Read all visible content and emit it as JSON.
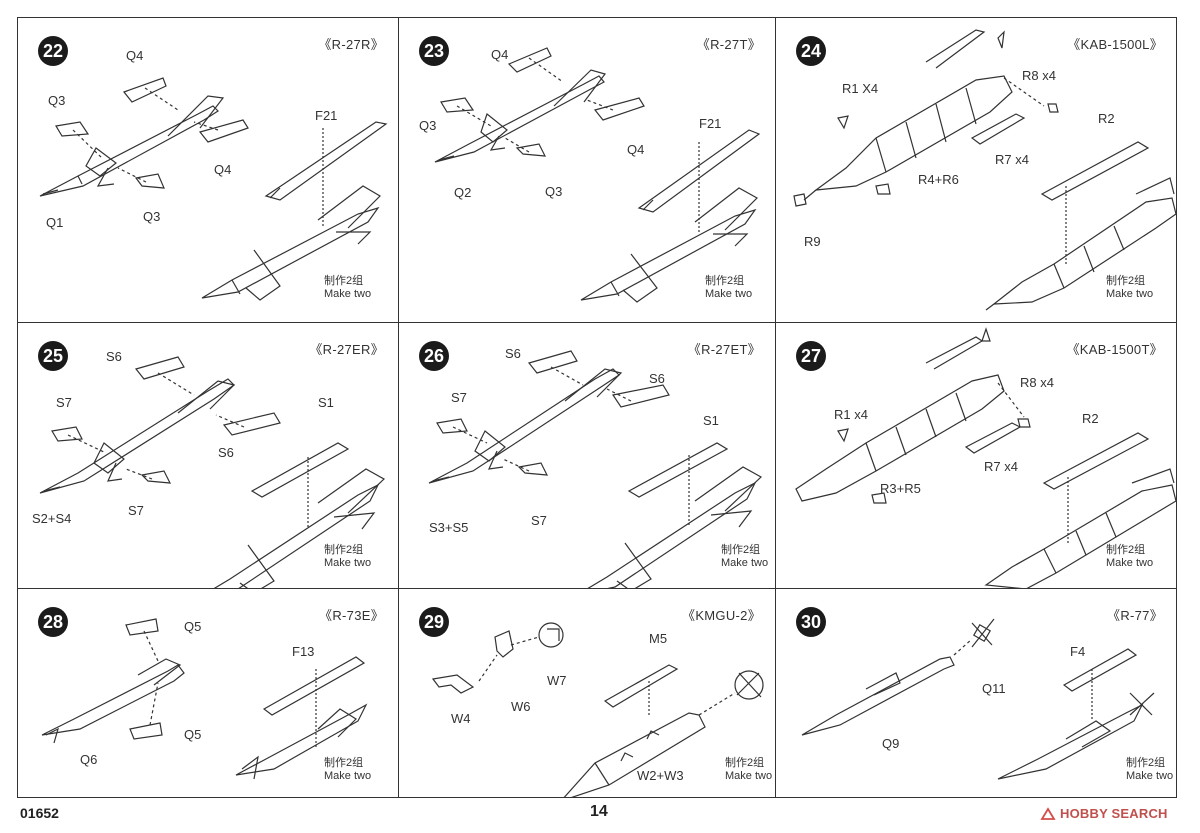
{
  "document": {
    "code": "01652",
    "page": "14",
    "watermark": "HOBBY SEARCH"
  },
  "panels": [
    {
      "num": "22",
      "title": "《R-27R》",
      "labels": [
        "Q4",
        "Q3",
        "Q4",
        "Q1",
        "Q3",
        "F21"
      ],
      "note_cn": "制作2组",
      "note_en": "Make two"
    },
    {
      "num": "23",
      "title": "《R-27T》",
      "labels": [
        "Q4",
        "Q3",
        "Q4",
        "Q2",
        "Q3",
        "F21"
      ],
      "note_cn": "制作2组",
      "note_en": "Make two"
    },
    {
      "num": "24",
      "title": "《KAB-1500L》",
      "labels": [
        "R1 X4",
        "R8 x4",
        "R4+R6",
        "R7 x4",
        "R9",
        "R2"
      ],
      "note_cn": "制作2组",
      "note_en": "Make two"
    },
    {
      "num": "25",
      "title": "《R-27ER》",
      "labels": [
        "S6",
        "S7",
        "S6",
        "S2+S4",
        "S7",
        "S1"
      ],
      "note_cn": "制作2组",
      "note_en": "Make two"
    },
    {
      "num": "26",
      "title": "《R-27ET》",
      "labels": [
        "S6",
        "S6",
        "S7",
        "S3+S5",
        "S7",
        "S1"
      ],
      "note_cn": "制作2组",
      "note_en": "Make two"
    },
    {
      "num": "27",
      "title": "《KAB-1500T》",
      "labels": [
        "R8 x4",
        "R1 x4",
        "R3+R5",
        "R7 x4",
        "R2"
      ],
      "note_cn": "制作2组",
      "note_en": "Make two"
    },
    {
      "num": "28",
      "title": "《R-73E》",
      "labels": [
        "Q5",
        "Q5",
        "Q6",
        "F13"
      ],
      "note_cn": "制作2组",
      "note_en": "Make two"
    },
    {
      "num": "29",
      "title": "《KMGU-2》",
      "labels": [
        "M5",
        "W7",
        "W6",
        "W4",
        "W2+W3"
      ],
      "note_cn": "制作2组",
      "note_en": "Make two"
    },
    {
      "num": "30",
      "title": "《R-77》",
      "labels": [
        "F4",
        "Q11",
        "Q9"
      ],
      "note_cn": "制作2组",
      "note_en": "Make two"
    }
  ]
}
